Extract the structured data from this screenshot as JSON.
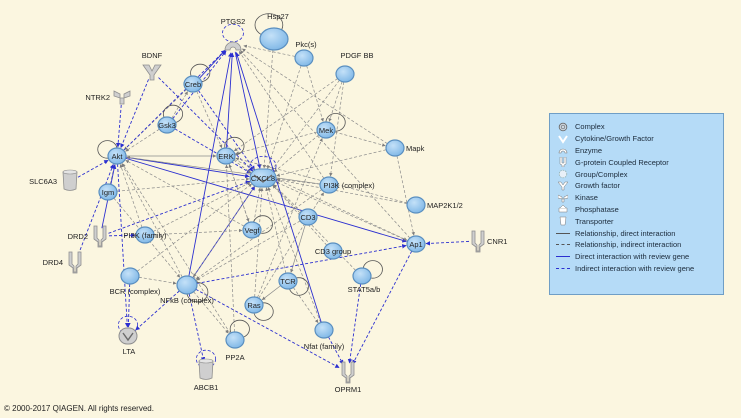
{
  "copyright": "© 2000-2017 QIAGEN. All rights reserved.",
  "colors": {
    "background": "#fbf6e0",
    "node_fill": "#8fc3ec",
    "node_stroke": "#5a8fc0",
    "gray_node": "#cfcfcf",
    "review_edge": "#2b2fd0",
    "relation_edge": "#8a8a8a",
    "legend_bg": "#b5dbf7"
  },
  "nodes": [
    {
      "id": "PTGS2",
      "label": "PTGS2",
      "shape": "enzyme",
      "color": "gray"
    },
    {
      "id": "Hsp27",
      "label": "Hsp27",
      "shape": "group",
      "color": "blue"
    },
    {
      "id": "Pkcs",
      "label": "Pkc(s)",
      "shape": "group",
      "color": "blue"
    },
    {
      "id": "BDNF",
      "label": "BDNF",
      "shape": "growth",
      "color": "gray"
    },
    {
      "id": "Creb",
      "label": "Creb",
      "shape": "group",
      "color": "blue"
    },
    {
      "id": "PDGFBB",
      "label": "PDGF BB",
      "shape": "group",
      "color": "blue"
    },
    {
      "id": "NTRK2",
      "label": "NTRK2",
      "shape": "kinase",
      "color": "gray"
    },
    {
      "id": "Gsk3",
      "label": "Gsk3",
      "shape": "group",
      "color": "blue"
    },
    {
      "id": "Mek",
      "label": "Mek",
      "shape": "group",
      "color": "blue"
    },
    {
      "id": "Mapk",
      "label": "Mapk",
      "shape": "group",
      "color": "blue"
    },
    {
      "id": "Akt",
      "label": "Akt",
      "shape": "group",
      "color": "blue"
    },
    {
      "id": "ERK",
      "label": "ERK",
      "shape": "group",
      "color": "blue"
    },
    {
      "id": "CXCL8",
      "label": "CXCL8",
      "shape": "cytokine",
      "color": "blue"
    },
    {
      "id": "SLC6A3",
      "label": "SLC6A3",
      "shape": "transporter",
      "color": "gray"
    },
    {
      "id": "Igm",
      "label": "Igm",
      "shape": "group",
      "color": "blue"
    },
    {
      "id": "PI3Kc",
      "label": "PI3K (complex)",
      "shape": "group",
      "color": "blue"
    },
    {
      "id": "MAP2K12",
      "label": "MAP2K1/2",
      "shape": "group",
      "color": "blue"
    },
    {
      "id": "CD3",
      "label": "CD3",
      "shape": "group",
      "color": "blue"
    },
    {
      "id": "DRD2",
      "label": "DRD2",
      "shape": "gpcr",
      "color": "gray"
    },
    {
      "id": "PI3Kf",
      "label": "PI3K (family)",
      "shape": "group",
      "color": "blue"
    },
    {
      "id": "Vegf",
      "label": "Vegf",
      "shape": "group",
      "color": "blue"
    },
    {
      "id": "CD3g",
      "label": "CD3 group",
      "shape": "group",
      "color": "blue"
    },
    {
      "id": "Ap1",
      "label": "Ap1",
      "shape": "group",
      "color": "blue"
    },
    {
      "id": "CNR1",
      "label": "CNR1",
      "shape": "gpcr",
      "color": "gray"
    },
    {
      "id": "DRD4",
      "label": "DRD4",
      "shape": "gpcr",
      "color": "gray"
    },
    {
      "id": "BCR",
      "label": "BCR (complex)",
      "shape": "group",
      "color": "blue"
    },
    {
      "id": "NFkB",
      "label": "NFkB (complex)",
      "shape": "group",
      "color": "blue"
    },
    {
      "id": "TCR",
      "label": "TCR",
      "shape": "group",
      "color": "blue"
    },
    {
      "id": "STAT5ab",
      "label": "STAT5a/b",
      "shape": "group",
      "color": "blue"
    },
    {
      "id": "Ras",
      "label": "Ras",
      "shape": "group",
      "color": "blue"
    },
    {
      "id": "Nfat",
      "label": "Nfat (family)",
      "shape": "group",
      "color": "blue"
    },
    {
      "id": "LTA",
      "label": "LTA",
      "shape": "cytokine",
      "color": "gray"
    },
    {
      "id": "PP2A",
      "label": "PP2A",
      "shape": "group",
      "color": "blue"
    },
    {
      "id": "ABCB1",
      "label": "ABCB1",
      "shape": "transporter",
      "color": "gray"
    },
    {
      "id": "OPRM1",
      "label": "OPRM1",
      "shape": "gpcr",
      "color": "gray"
    }
  ],
  "edges": [
    {
      "from": "PTGS2",
      "to": "CXCL8",
      "style": "blue-solid"
    },
    {
      "from": "Hsp27",
      "to": "CXCL8",
      "style": "gray-dashed"
    },
    {
      "from": "Pkcs",
      "to": "CXCL8",
      "style": "gray-dashed"
    },
    {
      "from": "Pkcs",
      "to": "Mek",
      "style": "gray-dashed"
    },
    {
      "from": "Pkcs",
      "to": "PTGS2",
      "style": "gray-dashed"
    },
    {
      "from": "BDNF",
      "to": "Akt",
      "style": "blue-dashed"
    },
    {
      "from": "BDNF",
      "to": "CXCL8",
      "style": "blue-dashed"
    },
    {
      "from": "NTRK2",
      "to": "Akt",
      "style": "blue-dashed"
    },
    {
      "from": "Creb",
      "to": "PTGS2",
      "style": "blue-solid"
    },
    {
      "from": "Creb",
      "to": "Akt",
      "style": "gray-dashed"
    },
    {
      "from": "Creb",
      "to": "ERK",
      "style": "gray-dashed"
    },
    {
      "from": "Creb",
      "to": "CXCL8",
      "style": "blue-dashed"
    },
    {
      "from": "PDGFBB",
      "to": "Mek",
      "style": "gray-dashed"
    },
    {
      "from": "PDGFBB",
      "to": "PI3Kc",
      "style": "gray-dashed"
    },
    {
      "from": "PDGFBB",
      "to": "CXCL8",
      "style": "gray-dashed"
    },
    {
      "from": "PDGFBB",
      "to": "ERK",
      "style": "gray-dashed"
    },
    {
      "from": "Gsk3",
      "to": "Akt",
      "style": "gray-dashed"
    },
    {
      "from": "Gsk3",
      "to": "PTGS2",
      "style": "blue-dashed"
    },
    {
      "from": "Gsk3",
      "to": "CXCL8",
      "style": "blue-dashed"
    },
    {
      "from": "Mek",
      "to": "ERK",
      "style": "gray-dashed"
    },
    {
      "from": "Mek",
      "to": "Mapk",
      "style": "gray-dashed"
    },
    {
      "from": "Mek",
      "to": "CXCL8",
      "style": "gray-dashed"
    },
    {
      "from": "Mapk",
      "to": "CXCL8",
      "style": "gray-dashed"
    },
    {
      "from": "Mapk",
      "to": "PTGS2",
      "style": "gray-dashed"
    },
    {
      "from": "Mapk",
      "to": "Ap1",
      "style": "gray-dashed"
    },
    {
      "from": "Akt",
      "to": "CXCL8",
      "style": "blue-solid"
    },
    {
      "from": "Akt",
      "to": "ERK",
      "style": "gray-solid"
    },
    {
      "from": "Akt",
      "to": "PTGS2",
      "style": "blue-dashed"
    },
    {
      "from": "Akt",
      "to": "Ap1",
      "style": "blue-solid"
    },
    {
      "from": "ERK",
      "to": "CXCL8",
      "style": "gray-dashed"
    },
    {
      "from": "ERK",
      "to": "PTGS2",
      "style": "blue-solid"
    },
    {
      "from": "ERK",
      "to": "Vegf",
      "style": "gray-dashed"
    },
    {
      "from": "ERK",
      "to": "Ap1",
      "style": "gray-dashed"
    },
    {
      "from": "SLC6A3",
      "to": "Akt",
      "style": "blue-dashed"
    },
    {
      "from": "Igm",
      "to": "Akt",
      "style": "gray-dashed"
    },
    {
      "from": "Igm",
      "to": "CXCL8",
      "style": "gray-dashed"
    },
    {
      "from": "PI3Kc",
      "to": "CXCL8",
      "style": "gray-dashed"
    },
    {
      "from": "PI3Kc",
      "to": "Akt",
      "style": "gray-solid"
    },
    {
      "from": "PI3Kc",
      "to": "NFkB",
      "style": "gray-dashed"
    },
    {
      "from": "PI3Kc",
      "to": "PTGS2",
      "style": "gray-dashed"
    },
    {
      "from": "MAP2K12",
      "to": "ERK",
      "style": "gray-dashed"
    },
    {
      "from": "MAP2K12",
      "to": "CXCL8",
      "style": "gray-dashed"
    },
    {
      "from": "CD3",
      "to": "CXCL8",
      "style": "gray-dashed"
    },
    {
      "from": "CD3",
      "to": "TCR",
      "style": "gray-solid"
    },
    {
      "from": "CD3",
      "to": "NFkB",
      "style": "gray-dashed"
    },
    {
      "from": "DRD2",
      "to": "Akt",
      "style": "blue-solid"
    },
    {
      "from": "DRD2",
      "to": "CXCL8",
      "style": "blue-dashed"
    },
    {
      "from": "DRD2",
      "to": "PI3Kf",
      "style": "blue-dashed"
    },
    {
      "from": "DRD4",
      "to": "Akt",
      "style": "blue-dashed"
    },
    {
      "from": "PI3Kf",
      "to": "CXCL8",
      "style": "gray-dashed"
    },
    {
      "from": "PI3Kf",
      "to": "Akt",
      "style": "gray-dashed"
    },
    {
      "from": "PI3Kf",
      "to": "Vegf",
      "style": "gray-dashed"
    },
    {
      "from": "Vegf",
      "to": "CXCL8",
      "style": "gray-dashed"
    },
    {
      "from": "Vegf",
      "to": "ERK",
      "style": "gray-dashed"
    },
    {
      "from": "Vegf",
      "to": "Akt",
      "style": "gray-dashed"
    },
    {
      "from": "CD3g",
      "to": "CXCL8",
      "style": "gray-dashed"
    },
    {
      "from": "Ap1",
      "to": "CXCL8",
      "style": "gray-dashed"
    },
    {
      "from": "Ap1",
      "to": "OPRM1",
      "style": "blue-dashed"
    },
    {
      "from": "Ap1",
      "to": "PTGS2",
      "style": "gray-dashed"
    },
    {
      "from": "CNR1",
      "to": "Ap1",
      "style": "blue-dashed"
    },
    {
      "from": "BCR",
      "to": "CXCL8",
      "style": "gray-dashed"
    },
    {
      "from": "BCR",
      "to": "NFkB",
      "style": "gray-dashed"
    },
    {
      "from": "BCR",
      "to": "LTA",
      "style": "blue-dashed"
    },
    {
      "from": "NFkB",
      "to": "CXCL8",
      "style": "blue-solid"
    },
    {
      "from": "NFkB",
      "to": "PTGS2",
      "style": "blue-solid"
    },
    {
      "from": "NFkB",
      "to": "LTA",
      "style": "blue-dashed"
    },
    {
      "from": "NFkB",
      "to": "ABCB1",
      "style": "blue-dashed"
    },
    {
      "from": "NFkB",
      "to": "OPRM1",
      "style": "blue-dashed"
    },
    {
      "from": "NFkB",
      "to": "Akt",
      "style": "gray-dashed"
    },
    {
      "from": "NFkB",
      "to": "PP2A",
      "style": "gray-dashed"
    },
    {
      "from": "NFkB",
      "to": "Ap1",
      "style": "blue-dashed"
    },
    {
      "from": "TCR",
      "to": "CXCL8",
      "style": "gray-dashed"
    },
    {
      "from": "TCR",
      "to": "Ras",
      "style": "gray-solid"
    },
    {
      "from": "TCR",
      "to": "Nfat",
      "style": "gray-dashed"
    },
    {
      "from": "STAT5ab",
      "to": "CXCL8",
      "style": "gray-dashed"
    },
    {
      "from": "STAT5ab",
      "to": "OPRM1",
      "style": "blue-dashed"
    },
    {
      "from": "Ras",
      "to": "CXCL8",
      "style": "gray-dashed"
    },
    {
      "from": "Ras",
      "to": "PI3Kc",
      "style": "gray-dashed"
    },
    {
      "from": "Ras",
      "to": "Mek",
      "style": "gray-dashed"
    },
    {
      "from": "Nfat",
      "to": "CXCL8",
      "style": "gray-dashed"
    },
    {
      "from": "Nfat",
      "to": "PTGS2",
      "style": "blue-solid"
    },
    {
      "from": "Nfat",
      "to": "OPRM1",
      "style": "blue-dashed"
    },
    {
      "from": "PP2A",
      "to": "Akt",
      "style": "gray-dashed"
    },
    {
      "from": "PP2A",
      "to": "ERK",
      "style": "gray-dashed"
    },
    {
      "from": "Igm",
      "to": "NFkB",
      "style": "gray-dashed"
    },
    {
      "from": "Akt",
      "to": "LTA",
      "style": "blue-dashed"
    },
    {
      "from": "CXCL8",
      "to": "NFkB",
      "style": "gray-dashed"
    },
    {
      "from": "Gsk3",
      "to": "Creb",
      "style": "gray-dashed"
    }
  ],
  "self_loops": [
    "PTGS2",
    "Hsp27",
    "Creb",
    "Gsk3",
    "Akt",
    "ERK",
    "CXCL8",
    "LTA",
    "ABCB1",
    "NFkB",
    "Vegf",
    "Ras",
    "TCR",
    "PP2A",
    "STAT5ab",
    "Mek"
  ],
  "legend": {
    "items": [
      {
        "icon": "complex",
        "label": "Complex"
      },
      {
        "icon": "cytokine",
        "label": "Cytokine/Growth Factor"
      },
      {
        "icon": "enzyme",
        "label": "Enzyme"
      },
      {
        "icon": "gpcr",
        "label": "G-protein Coupled Receptor"
      },
      {
        "icon": "group",
        "label": "Group/Complex"
      },
      {
        "icon": "growth",
        "label": "Growth factor"
      },
      {
        "icon": "kinase",
        "label": "Kinase"
      },
      {
        "icon": "phosphatase",
        "label": "Phosphatase"
      },
      {
        "icon": "transporter",
        "label": "Transporter"
      },
      {
        "icon": "line-solid-gray",
        "label": "Relationship, direct interaction"
      },
      {
        "icon": "line-dash-gray",
        "label": "Relationship, indirect interaction"
      },
      {
        "icon": "line-solid-blue",
        "label": "Direct interaction with review gene"
      },
      {
        "icon": "line-dash-blue",
        "label": "Indirect interaction with review gene"
      }
    ]
  }
}
